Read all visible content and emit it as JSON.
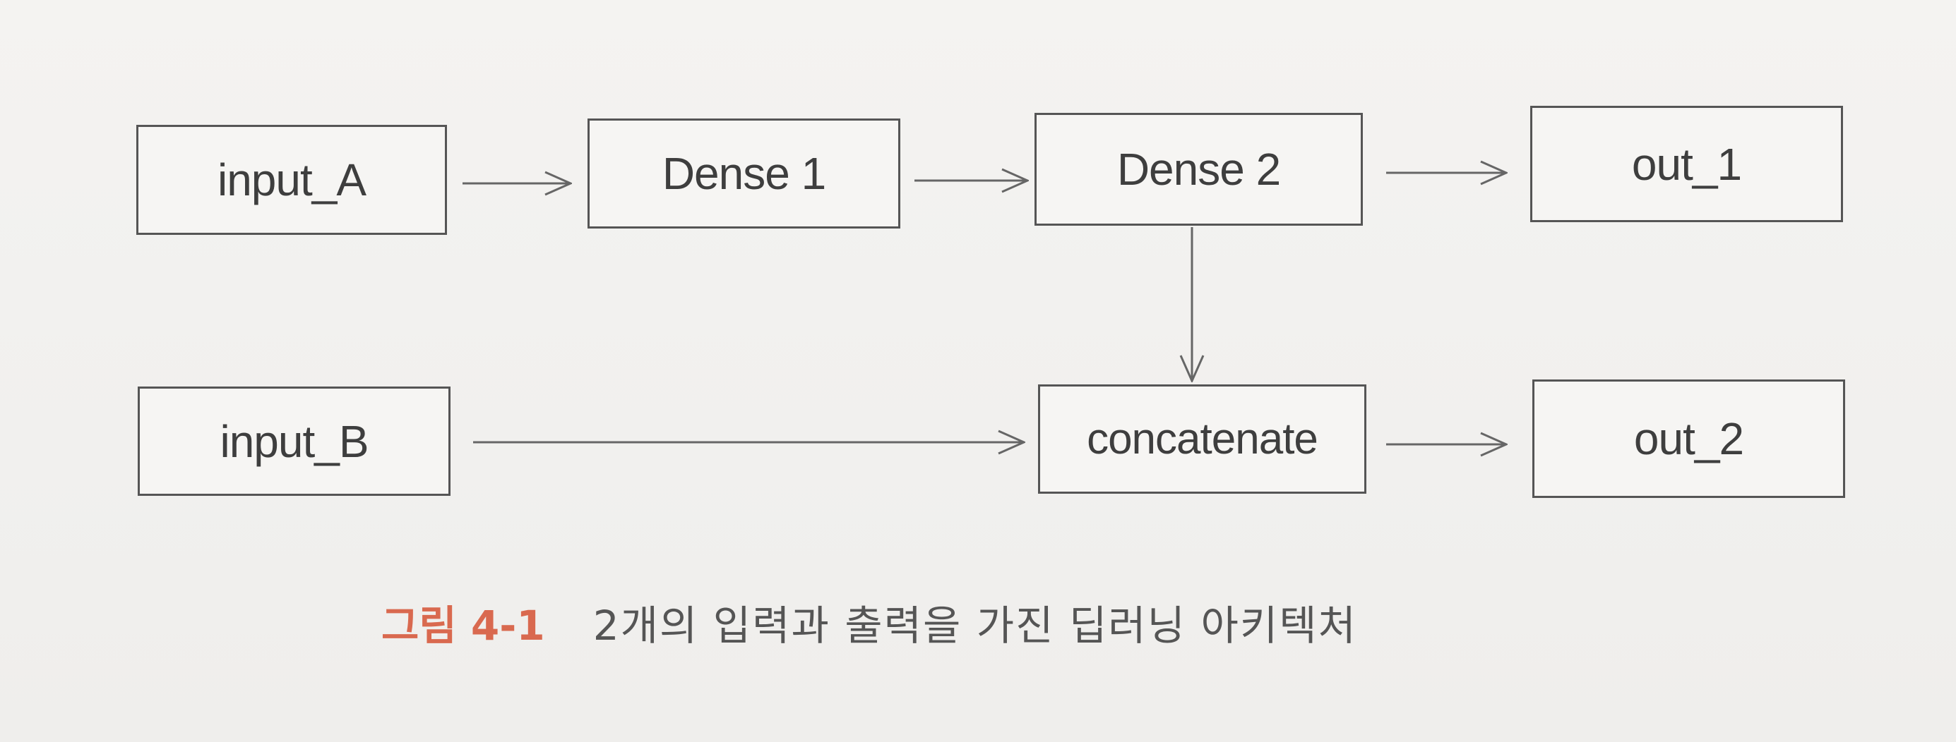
{
  "diagram": {
    "nodes": {
      "input_a": "input_A",
      "dense_1": "Dense 1",
      "dense_2": "Dense 2",
      "out_1": "out_1",
      "input_b": "input_B",
      "concatenate": "concatenate",
      "out_2": "out_2"
    },
    "edges": [
      {
        "from": "input_A",
        "to": "Dense 1"
      },
      {
        "from": "Dense 1",
        "to": "Dense 2"
      },
      {
        "from": "Dense 2",
        "to": "out_1"
      },
      {
        "from": "Dense 2",
        "to": "concatenate"
      },
      {
        "from": "input_B",
        "to": "concatenate"
      },
      {
        "from": "concatenate",
        "to": "out_2"
      }
    ]
  },
  "caption": {
    "number": "그림 4-1",
    "text": "2개의 입력과 출력을 가진 딥러닝 아키텍처"
  },
  "colors": {
    "caption_accent": "#d9694f",
    "box_stroke": "#555555",
    "arrow_stroke": "#666666"
  }
}
